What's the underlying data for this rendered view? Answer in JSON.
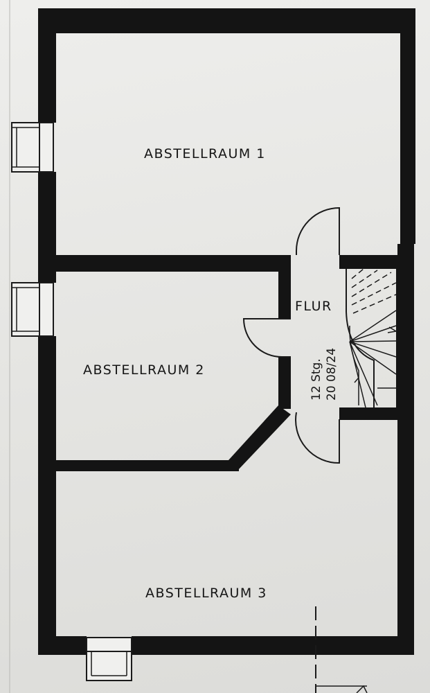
{
  "rooms": {
    "abstellraum_1": "ABSTELLRAUM 1",
    "abstellraum_2": "ABSTELLRAUM 2",
    "abstellraum_3": "ABSTELLRAUM 3",
    "flur": "FLUR"
  },
  "stair": {
    "steps": "12 Stg.",
    "dimensions": "20 08/24"
  },
  "colors": {
    "wall": "#141414",
    "paper": "#e9e9e6"
  }
}
